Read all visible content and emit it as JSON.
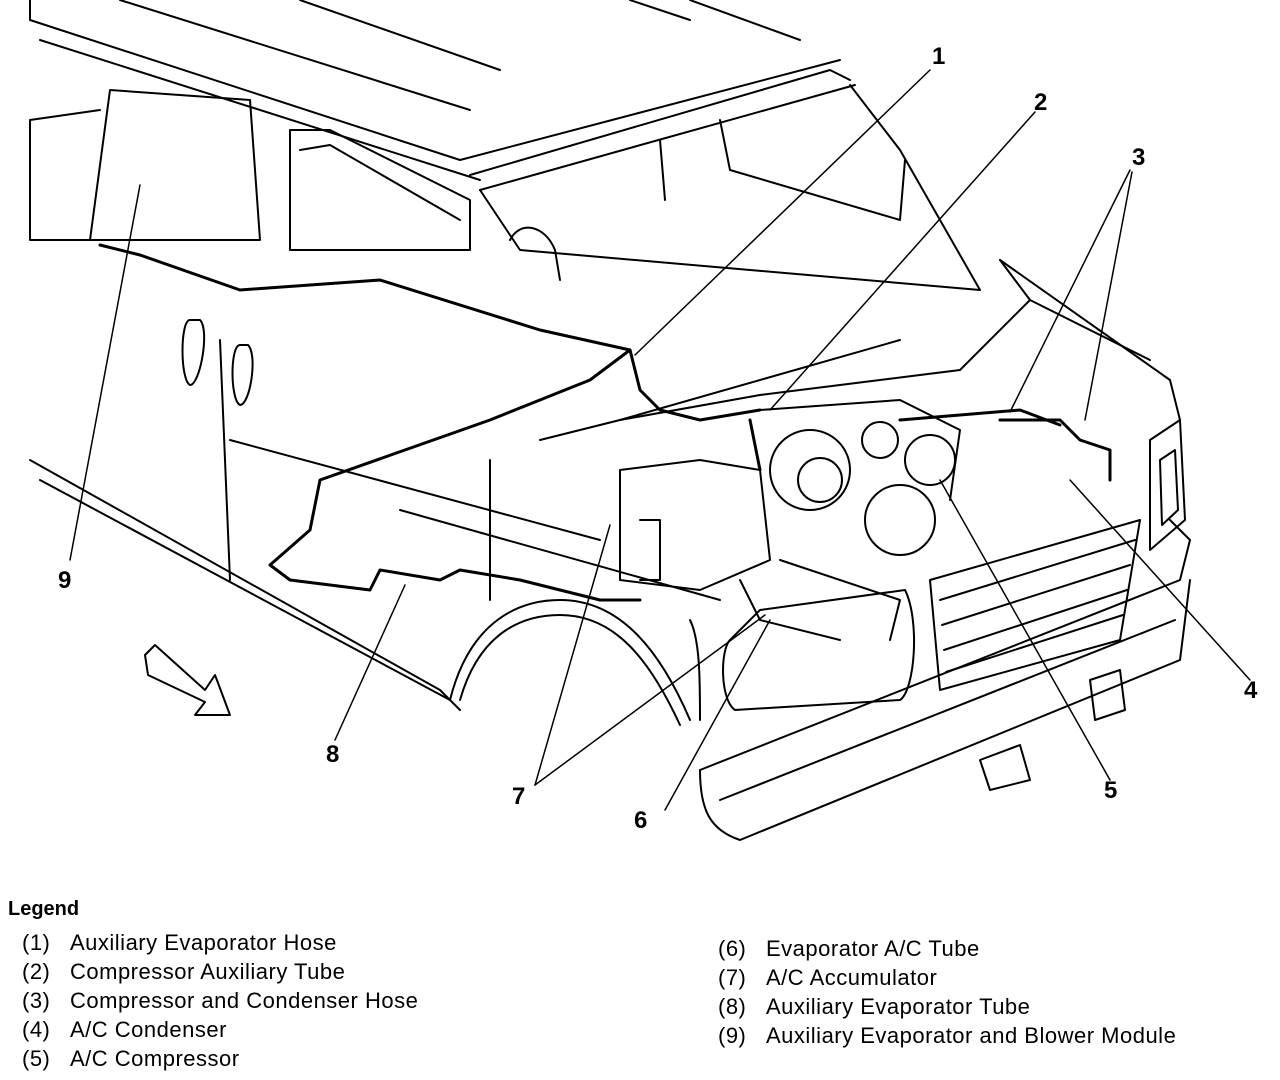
{
  "callouts": [
    "1",
    "2",
    "3",
    "4",
    "5",
    "6",
    "7",
    "8",
    "9"
  ],
  "legend": {
    "title": "Legend",
    "left_items": [
      {
        "num": "(1)",
        "text": "Auxiliary Evaporator Hose"
      },
      {
        "num": "(2)",
        "text": "Compressor Auxiliary Tube"
      },
      {
        "num": "(3)",
        "text": "Compressor and Condenser Hose"
      },
      {
        "num": "(4)",
        "text": "A/C Condenser"
      },
      {
        "num": "(5)",
        "text": "A/C Compressor"
      }
    ],
    "right_items": [
      {
        "num": "(6)",
        "text": "Evaporator A/C Tube"
      },
      {
        "num": "(7)",
        "text": "A/C Accumulator"
      },
      {
        "num": "(8)",
        "text": "Auxiliary Evaporator Tube"
      },
      {
        "num": "(9)",
        "text": "Auxiliary Evaporator and Blower Module"
      }
    ]
  }
}
